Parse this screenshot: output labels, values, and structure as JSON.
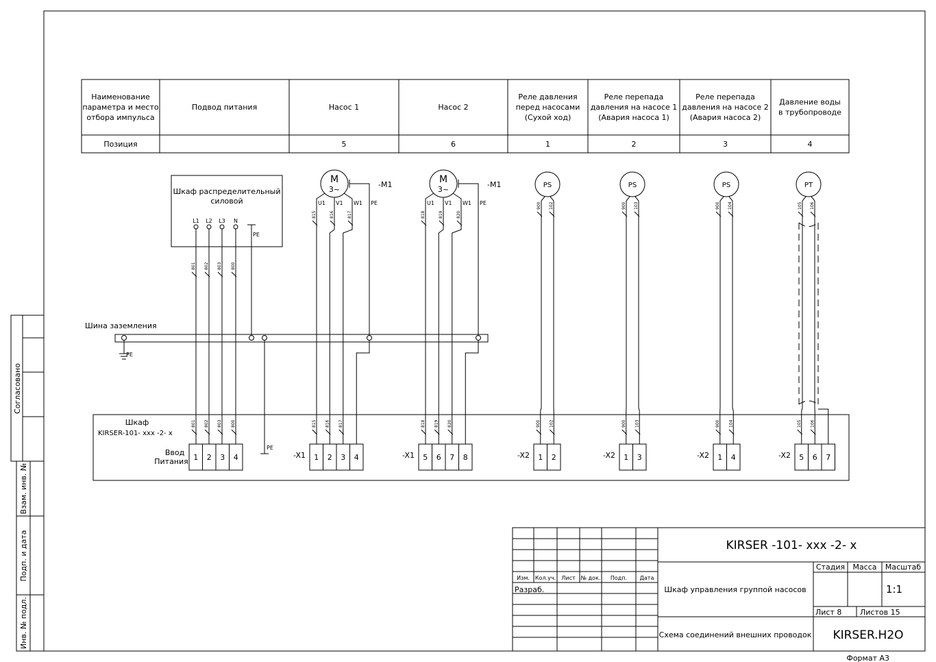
{
  "header_table": {
    "columns": [
      {
        "name": [
          "Наименование",
          "параметра и место",
          "отбора импульса"
        ],
        "position": "Позиция"
      },
      {
        "name": [
          "Подвод питания"
        ],
        "position": ""
      },
      {
        "name": [
          "Насос 1"
        ],
        "position": "5"
      },
      {
        "name": [
          "Насос 2"
        ],
        "position": "6"
      },
      {
        "name": [
          "Реле давления",
          "перед насосами",
          "(Сухой ход)"
        ],
        "position": "1"
      },
      {
        "name": [
          "Реле перепада",
          "давления на насосе 1",
          "(Авария насоса 1)"
        ],
        "position": "2"
      },
      {
        "name": [
          "Реле перепада",
          "давления на насосе 2",
          "(Авария насоса 2)"
        ],
        "position": "3"
      },
      {
        "name": [
          "Давление воды",
          "в трубопроводе"
        ],
        "position": "4"
      }
    ]
  },
  "distribution_cabinet": {
    "title": [
      "Шкаф распределительный",
      "силовой"
    ],
    "terminals": [
      "L1",
      "L2",
      "L3",
      "N"
    ],
    "pe_label": "PE",
    "wires": [
      "801",
      "802",
      "803",
      "800"
    ]
  },
  "ground_bus": {
    "label": "Шина заземления",
    "pe_label": "PE"
  },
  "motors": [
    {
      "tag": "-M1",
      "symbol": "M",
      "phases": "3~",
      "pins": [
        "U1",
        "V1",
        "W1",
        "PE"
      ],
      "wires": [
        "815",
        "816",
        "817"
      ],
      "strip": "-X1",
      "terminals": [
        "1",
        "2",
        "3",
        "4"
      ]
    },
    {
      "tag": "-M1",
      "symbol": "M",
      "phases": "3~",
      "pins": [
        "U1",
        "V1",
        "W1",
        "PE"
      ],
      "wires": [
        "818",
        "819",
        "820"
      ],
      "strip": "-X1",
      "terminals": [
        "5",
        "6",
        "7",
        "8"
      ]
    }
  ],
  "sensors": [
    {
      "symbol": "PS",
      "wires": [
        "900",
        "102"
      ],
      "strip": "-X2",
      "terminals": [
        "1",
        "2"
      ]
    },
    {
      "symbol": "PS",
      "wires": [
        "900",
        "103"
      ],
      "strip": "-X2",
      "terminals": [
        "1",
        "3"
      ]
    },
    {
      "symbol": "PS",
      "wires": [
        "900",
        "104"
      ],
      "strip": "-X2",
      "terminals": [
        "1",
        "4"
      ]
    },
    {
      "symbol": "PT",
      "wires": [
        "105",
        "106"
      ],
      "strip": "-X2",
      "terminals": [
        "5",
        "6",
        "7"
      ]
    }
  ],
  "control_cabinet": {
    "title": "Шкаф",
    "model": "KIRSER-101- xxx -2- x",
    "input_label": [
      "Ввод",
      "Питания"
    ],
    "input_terminals": [
      "1",
      "2",
      "3",
      "4"
    ],
    "pe_label": "PE"
  },
  "side_stamp": {
    "agreed": "Согласовано",
    "replaced_inv": "Взам. инв. №",
    "sign_date": "Подп. и дата",
    "inv_orig": "Инв. № подл."
  },
  "title_block": {
    "designation": "KIRSER -101- xxx -2- x",
    "headers": [
      "Изм.",
      "Кол.уч.",
      "Лист",
      "№ док.",
      "Подп.",
      "Дата"
    ],
    "developer": "Разраб.",
    "product": "Шкаф управления группой насосов",
    "stage_label": "Стадия",
    "mass_label": "Масса",
    "scale_label": "Масштаб",
    "scale": "1:1",
    "sheet": "Лист 8",
    "sheets": "Листов 15",
    "doc_name": "Схема соединений внешних проводок",
    "company": "KIRSER.H2O",
    "format": "Формат  А3"
  }
}
